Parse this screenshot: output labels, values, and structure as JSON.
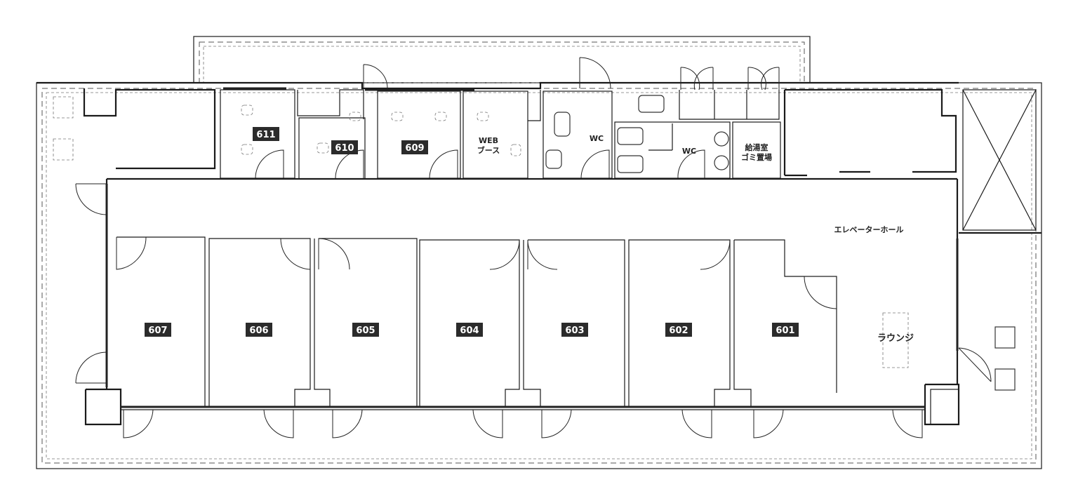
{
  "rooms": [
    {
      "id": "607"
    },
    {
      "id": "606"
    },
    {
      "id": "605"
    },
    {
      "id": "604"
    },
    {
      "id": "603"
    },
    {
      "id": "602"
    },
    {
      "id": "601"
    },
    {
      "id": "611"
    },
    {
      "id": "610"
    },
    {
      "id": "609"
    }
  ],
  "labels": {
    "web_booth_line1": "WEB",
    "web_booth_line2": "ブース",
    "wc_left": "WC",
    "wc_right": "WC",
    "kitchen_line1": "給湯室",
    "kitchen_line2": "ゴミ置場",
    "elevator_hall": "エレベーターホール",
    "lounge": "ラウンジ"
  }
}
